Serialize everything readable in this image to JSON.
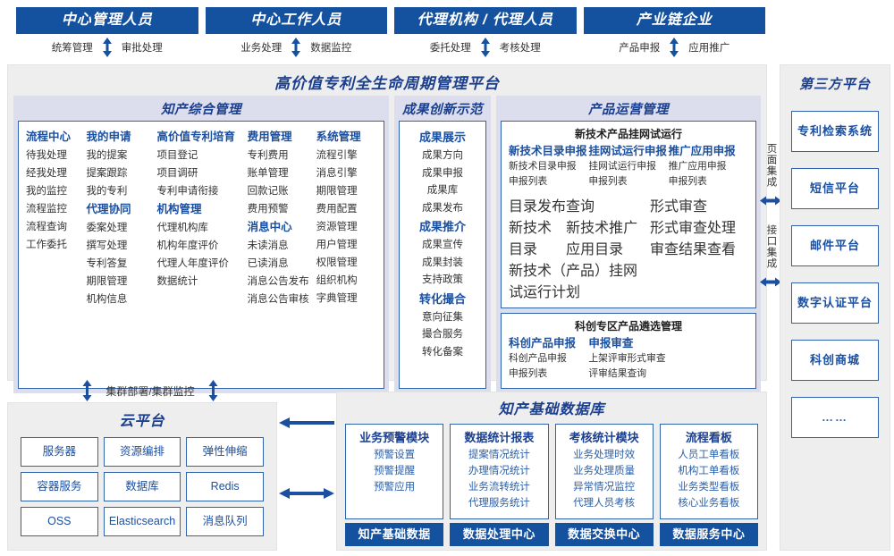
{
  "actors": [
    {
      "name": "中心管理人员",
      "links": [
        "统筹管理",
        "审批处理"
      ]
    },
    {
      "name": "中心工作人员",
      "links": [
        "业务处理",
        "数据监控"
      ]
    },
    {
      "name": "代理机构 / 代理人员",
      "links": [
        "委托处理",
        "考核处理"
      ]
    },
    {
      "name": "产业链企业",
      "links": [
        "产品申报",
        "应用推广"
      ]
    }
  ],
  "platform": {
    "title": "高价值专利全生命周期管理平台",
    "sections": {
      "comprehensive": {
        "title": "知产综合管理",
        "columns": [
          {
            "groups": [
              {
                "header": "流程中心",
                "items": [
                  "待我处理",
                  "经我处理",
                  "我的监控",
                  "流程监控",
                  "流程查询",
                  "工作委托"
                ]
              }
            ]
          },
          {
            "groups": [
              {
                "header": "我的申请",
                "items": [
                  "我的提案",
                  "提案跟踪",
                  "我的专利"
                ]
              },
              {
                "header": "代理协同",
                "items": [
                  "委案处理",
                  "撰写处理",
                  "专利答复",
                  "期限管理",
                  "机构信息"
                ]
              }
            ]
          },
          {
            "groups": [
              {
                "header": "高价值专利培育",
                "items": [
                  "项目登记",
                  "项目调研",
                  "专利申请衔接"
                ]
              },
              {
                "header": "机构管理",
                "items": [
                  "代理机构库",
                  "机构年度评价",
                  "代理人年度评价",
                  "数据统计"
                ]
              }
            ]
          },
          {
            "groups": [
              {
                "header": "费用管理",
                "items": [
                  "专利费用",
                  "账单管理",
                  "回款记账",
                  "费用预警"
                ]
              },
              {
                "header": "消息中心",
                "items": [
                  "未读消息",
                  "已读消息",
                  "消息公告发布",
                  "消息公告审核"
                ]
              }
            ]
          },
          {
            "groups": [
              {
                "header": "系统管理",
                "items": [
                  "流程引擎",
                  "消息引擎",
                  "期限管理",
                  "费用配置",
                  "资源管理",
                  "用户管理",
                  "权限管理",
                  "组织机构",
                  "字典管理"
                ]
              }
            ]
          }
        ]
      },
      "innovation": {
        "title": "成果创新示范",
        "groups": [
          {
            "header": "成果展示",
            "items": [
              "成果方向",
              "成果申报",
              "成果库",
              "成果发布"
            ]
          },
          {
            "header": "成果推介",
            "items": [
              "成果宣传",
              "成果封装",
              "支持政策"
            ]
          },
          {
            "header": "转化撮合",
            "items": [
              "意向征集",
              "撮合服务",
              "转化备案"
            ]
          }
        ]
      },
      "product": {
        "title": "产品运营管理",
        "box1": {
          "header": "新技术产品挂网试运行",
          "groups": [
            {
              "header": "新技术目录申报",
              "items": [
                "新技术目录申报",
                "申报列表"
              ]
            },
            {
              "header": "挂网试运行申报",
              "items": [
                "挂网试运行申报",
                "申报列表"
              ]
            },
            {
              "header": "推广应用申报",
              "items": [
                "推广应用申报",
                "申报列表"
              ]
            }
          ],
          "row2_left": {
            "header": "目录发布查询",
            "items_row1": [
              "新技术目录",
              "新技术推广应用目录"
            ],
            "items_row2": [
              "新技术（产品）挂网试运行计划"
            ]
          },
          "row2_right": {
            "header": "形式审查",
            "items": [
              "形式审查处理",
              "审查结果查看"
            ]
          }
        },
        "box2": {
          "header": "科创专区产品遴选管理",
          "groups": [
            {
              "header": "科创产品申报",
              "items": [
                "科创产品申报",
                "申报列表"
              ]
            },
            {
              "header": "申报审查",
              "items": [
                "上架评审形式审查",
                "评审结果查询"
              ]
            }
          ]
        }
      }
    }
  },
  "integration": {
    "page_label": "页面集成",
    "api_label": "接口集成"
  },
  "third_party": {
    "title": "第三方平台",
    "items": [
      "专利检索系统",
      "短信平台",
      "邮件平台",
      "数字认证平台",
      "科创商城",
      "……"
    ]
  },
  "cluster": {
    "label": "集群部署/集群监控"
  },
  "cloud": {
    "title": "云平台",
    "cells": [
      "服务器",
      "资源编排",
      "弹性伸缩",
      "容器服务",
      "数据库",
      "Redis",
      "OSS",
      "Elasticsearch",
      "消息队列"
    ]
  },
  "database": {
    "title": "知产基础数据库",
    "columns": [
      {
        "header": "业务预警模块",
        "items": [
          "预警设置",
          "预警提醒",
          "预警应用"
        ],
        "footer": "知产基础数据"
      },
      {
        "header": "数据统计报表",
        "items": [
          "提案情况统计",
          "办理情况统计",
          "业务流转统计",
          "代理服务统计"
        ],
        "footer": "数据处理中心"
      },
      {
        "header": "考核统计模块",
        "items": [
          "业务处理时效",
          "业务处理质量",
          "异常情况监控",
          "代理人员考核"
        ],
        "footer": "数据交换中心"
      },
      {
        "header": "流程看板",
        "items": [
          "人员工单看板",
          "机构工单看板",
          "业务类型看板",
          "核心业务看板"
        ],
        "footer": "数据服务中心"
      }
    ]
  },
  "colors": {
    "header_blue": "#14519e",
    "title_blue": "#1b3f8f",
    "sub_blue": "#1b4fa0",
    "panel_gray": "#eeeeee",
    "section_lavender": "#dcdeed",
    "border_blue": "#2f63ab"
  }
}
